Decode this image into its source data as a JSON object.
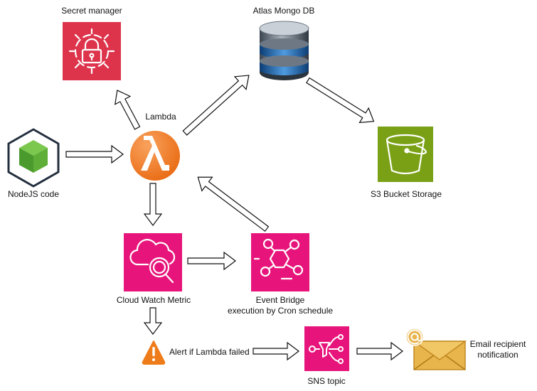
{
  "colors": {
    "security": "#dd344c",
    "lambda": "#f58534",
    "storage": "#7aa116",
    "monitoring": "#e7157b",
    "email": "#e8b44c",
    "warning": "#ef7c1a",
    "arrow_stroke": "#111111"
  },
  "nodes": {
    "secret_manager": {
      "label": "Secret manager",
      "icon": "lock-icon"
    },
    "atlas_mongo": {
      "label": "Atlas Mongo DB",
      "icon": "database-icon"
    },
    "lambda": {
      "label": "Lambda",
      "icon": "lambda-icon"
    },
    "s3": {
      "label": "S3 Bucket Storage",
      "icon": "bucket-icon"
    },
    "nodejs": {
      "label": "NodeJS code",
      "icon": "nodejs-cube-icon"
    },
    "cloudwatch": {
      "label": "Cloud Watch Metric",
      "icon": "cloud-search-icon"
    },
    "eventbridge": {
      "label_line1": "Event Bridge",
      "label_line2": "execution by Cron schedule",
      "icon": "event-bridge-icon"
    },
    "alert": {
      "label": "Alert if Lambda failed",
      "icon": "warning-icon"
    },
    "sns": {
      "label": "SNS topic",
      "icon": "sns-fanout-icon"
    },
    "email": {
      "label_line1": "Email recipient",
      "label_line2": "notification",
      "icon": "email-icon"
    }
  }
}
